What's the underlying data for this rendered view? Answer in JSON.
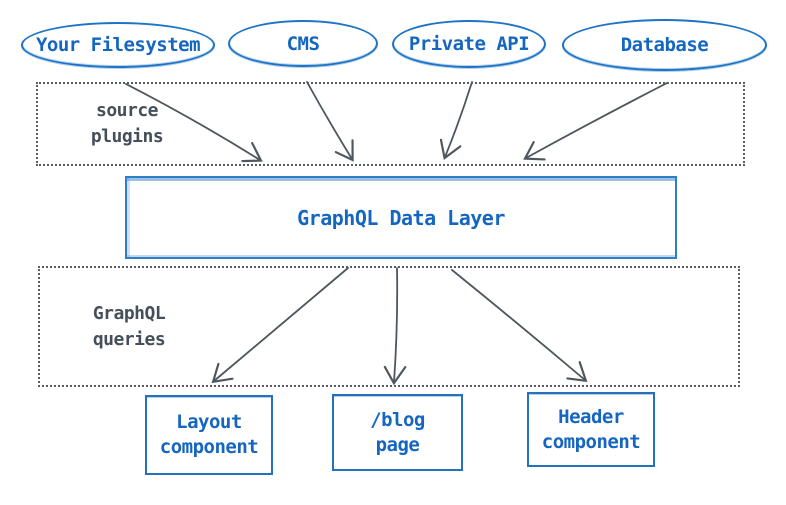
{
  "sources": [
    {
      "label": "Your Filesystem"
    },
    {
      "label": "CMS"
    },
    {
      "label": "Private API"
    },
    {
      "label": "Database"
    }
  ],
  "regions": {
    "source_plugins": {
      "line1": "source",
      "line2": "plugins"
    },
    "graphql_queries": {
      "line1": "GraphQL",
      "line2": "queries"
    }
  },
  "data_layer": {
    "label": "GraphQL Data Layer"
  },
  "consumers": [
    {
      "line1": "Layout",
      "line2": "component"
    },
    {
      "line1": "/blog",
      "line2": "page"
    },
    {
      "line1": "Header",
      "line2": "component"
    }
  ],
  "edges": [
    {
      "from": "Your Filesystem",
      "to": "GraphQL Data Layer",
      "via": "source plugins"
    },
    {
      "from": "CMS",
      "to": "GraphQL Data Layer",
      "via": "source plugins"
    },
    {
      "from": "Private API",
      "to": "GraphQL Data Layer",
      "via": "source plugins"
    },
    {
      "from": "Database",
      "to": "GraphQL Data Layer",
      "via": "source plugins"
    },
    {
      "from": "GraphQL Data Layer",
      "to": "Layout component",
      "via": "GraphQL queries"
    },
    {
      "from": "GraphQL Data Layer",
      "to": "/blog page",
      "via": "GraphQL queries"
    },
    {
      "from": "GraphQL Data Layer",
      "to": "Header component",
      "via": "GraphQL queries"
    }
  ],
  "colors": {
    "node_stroke_blue": "#1d74c7",
    "node_text_blue": "#1566c0",
    "region_text_gray": "#454f59",
    "arrow_gray": "#4e565e",
    "dotted_border": "#575d64",
    "background": "#ffffff"
  }
}
